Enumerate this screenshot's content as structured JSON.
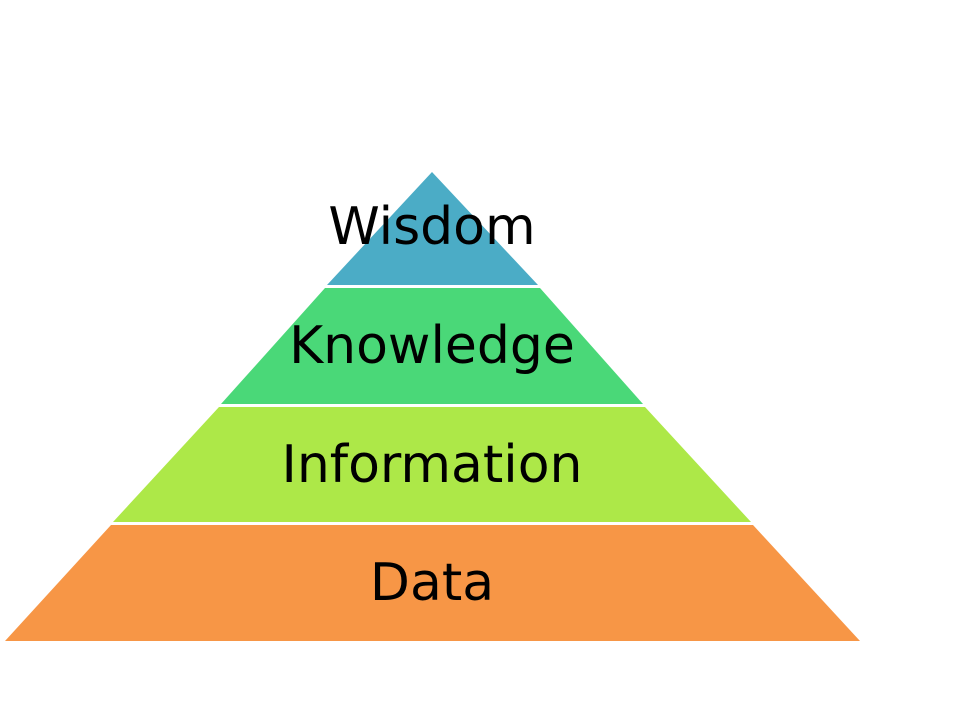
{
  "diagram": {
    "type": "pyramid",
    "layers": [
      {
        "label": "Wisdom",
        "color": "#4BACC6"
      },
      {
        "label": "Knowledge",
        "color": "#4AD878"
      },
      {
        "label": "Information",
        "color": "#ADE848"
      },
      {
        "label": "Data",
        "color": "#F79646"
      }
    ]
  }
}
